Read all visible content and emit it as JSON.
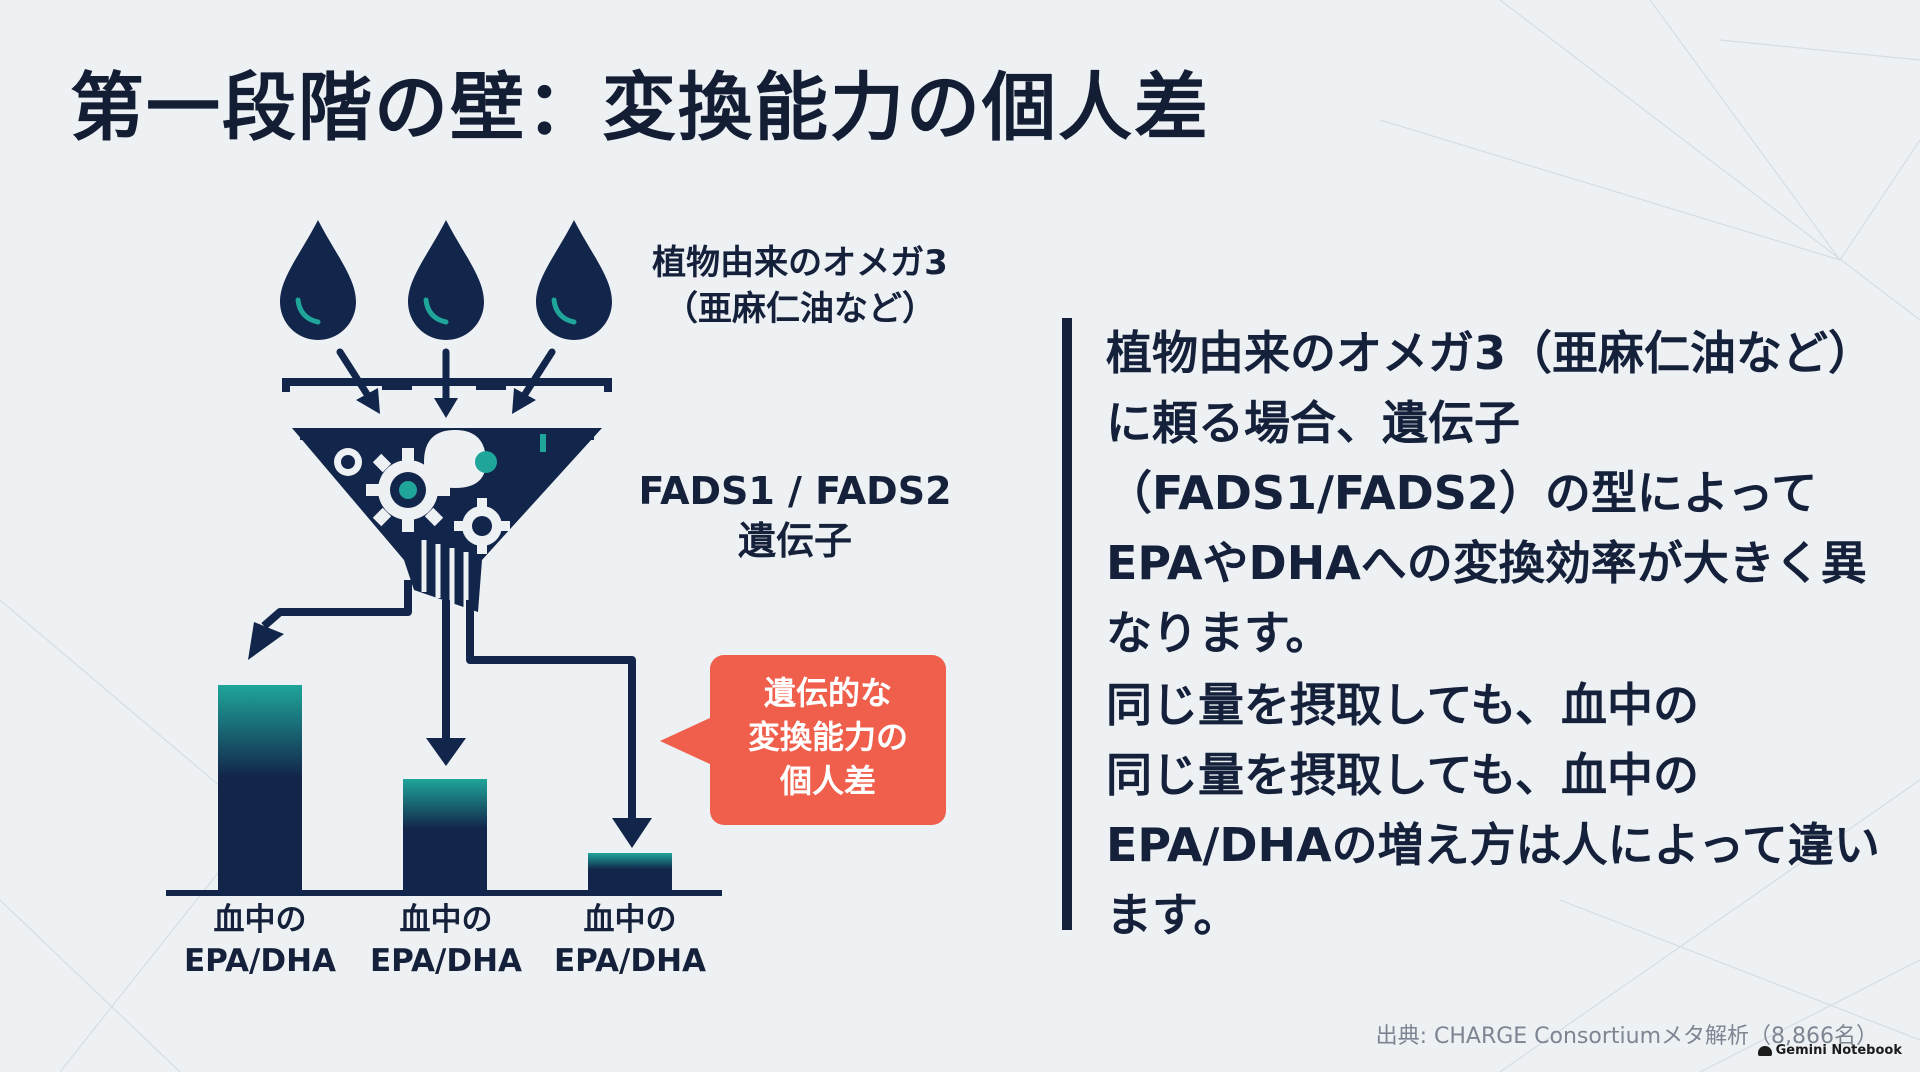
{
  "title": "第一段階の壁：変換能力の個人差",
  "diagram": {
    "oil_label_line1": "植物由来のオメガ3",
    "oil_label_line2": "（亜麻仁油など）",
    "gene_label_line1": "FADS1 / FADS2",
    "gene_label_line2": "遺伝子",
    "callout_line1": "遺伝的な",
    "callout_line2": "変換能力の",
    "callout_line3": "個人差",
    "bars": [
      {
        "line1": "血中の",
        "line2": "EPA/DHA",
        "level": 1.0
      },
      {
        "line1": "血中の",
        "line2": "EPA/DHA",
        "level": 0.54
      },
      {
        "line1": "血中の",
        "line2": "EPA/DHA",
        "level": 0.18
      }
    ],
    "icons": [
      "oil-drop-icon",
      "gear-icon",
      "arrow-down-icon",
      "funnel-icon"
    ]
  },
  "explanation": {
    "paragraph1": "植物由来のオメガ3（亜麻仁油など）に頼る場合、遺伝子（FADS1/FADS2）の型によってEPAやDHAへの変換効率が大きく異なります。",
    "paragraph2_line1": "同じ量を摂取しても、血中の",
    "paragraph2_rest": "同じ量を摂取しても、血中のEPA/DHAの増え方は人によって違います。"
  },
  "source": "出典: CHARGE Consortiumメタ解析（8,866名）",
  "brand": "Gemini Notebook",
  "colors": {
    "navy": "#12254a",
    "teal": "#1fa59a",
    "callout": "#ef5f4c",
    "background": "#eef1f4"
  }
}
